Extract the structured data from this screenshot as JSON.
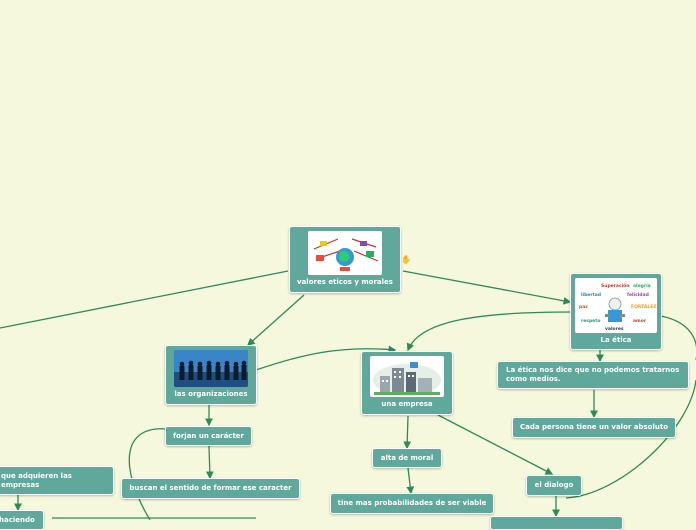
{
  "colors": {
    "background": "#f5f8dd",
    "node": "#5fa89b",
    "link": "#2e8b57"
  },
  "nodes": {
    "root": "valores eticos y morales",
    "organizaciones": "las organizaciones",
    "empresa": "una empresa",
    "etica": "La ética",
    "forjan": "forjan un carácter",
    "buscan": "buscan el sentido de formar ese caracter",
    "alta_moral": "alta de moral",
    "probabilidades": "tine mas probabilidades de ser viable",
    "dialogo": "el dialogo",
    "etica_dice": "La ética nos dice que no podemos tratarnos como medios.",
    "valor_absoluto": "Cada persona tiene un valor absoluto",
    "adquieren": "que adquieren las empresas",
    "haciendo": "haciendo"
  },
  "icons": {
    "root_image": "earth-puzzle-icon",
    "organizaciones_image": "business-people-icon",
    "empresa_image": "building-cluster-icon",
    "etica_image": "word-cloud-icon",
    "marker": "hand-marker-icon"
  }
}
